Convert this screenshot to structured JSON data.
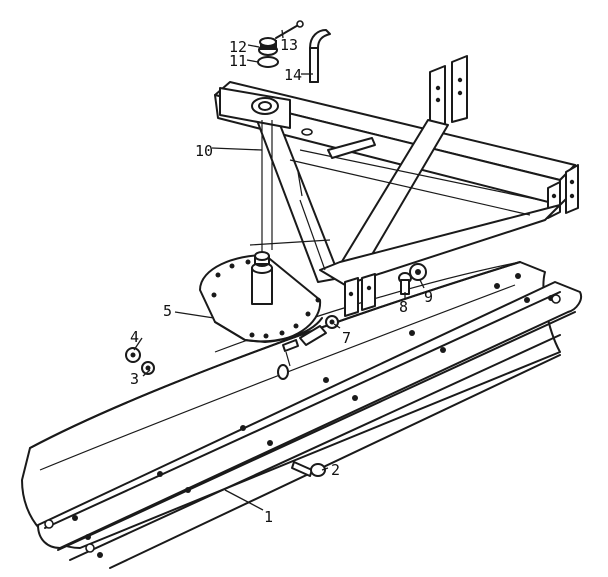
{
  "callouts": [
    {
      "id": "c1",
      "label": "1"
    },
    {
      "id": "c2",
      "label": "2"
    },
    {
      "id": "c3",
      "label": "3"
    },
    {
      "id": "c4",
      "label": "4"
    },
    {
      "id": "c5",
      "label": "5"
    },
    {
      "id": "c7",
      "label": "7"
    },
    {
      "id": "c8",
      "label": "8"
    },
    {
      "id": "c9",
      "label": "9"
    },
    {
      "id": "c10",
      "label": "10"
    },
    {
      "id": "c11",
      "label": "11"
    },
    {
      "id": "c12",
      "label": "12"
    },
    {
      "id": "c13",
      "label": "13"
    },
    {
      "id": "c14",
      "label": "14"
    }
  ],
  "colors": {
    "ink": "#1a1a1a",
    "paper": "#ffffff"
  }
}
